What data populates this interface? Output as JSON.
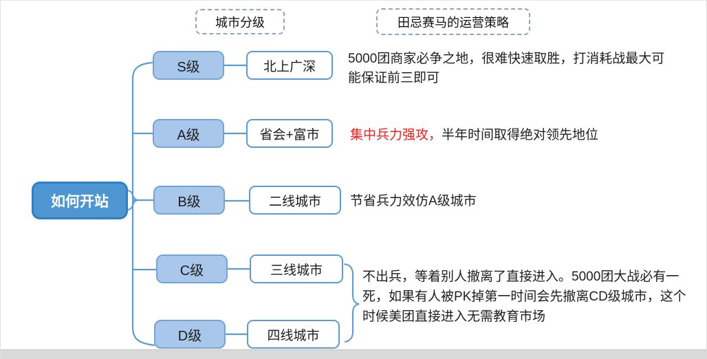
{
  "colors": {
    "line": "#5B9BD5",
    "tier_fill": "#A9C7EA",
    "tier_border": "#74A3D8",
    "city_fill": "#FFFFFF",
    "city_border": "#5B9BD5",
    "root_fill": "#4D96D2",
    "root_border": "#2E80C6",
    "root_text": "#FFFFFF",
    "dashed_border": "#8CA5C4",
    "text": "#1F1F1F",
    "red": "#FF1A1A",
    "bottom_bar": "#DADADA"
  },
  "headers": {
    "city_tiers": "城市分级",
    "strategy": "田忌赛马的运营策略"
  },
  "root": {
    "label": "如何开站"
  },
  "rows": [
    {
      "tier": "S级",
      "city": "北上广深"
    },
    {
      "tier": "A级",
      "city": "省会+富市"
    },
    {
      "tier": "B级",
      "city": "二线城市"
    },
    {
      "tier": "C级",
      "city": "三线城市"
    },
    {
      "tier": "D级",
      "city": "四线城市"
    }
  ],
  "notes": {
    "s": "5000团商家必争之地，很难快速取胜，打消耗战最大可能保证前三即可",
    "a_red": "集中兵力强攻，",
    "a_rest": "半年时间取得绝对领先地位",
    "b": "节省兵力效仿A级城市",
    "cd": "不出兵，等着别人撤离了直接进入。5000团大战必有一死，如果有人被PK掉第一时间会先撤离CD级城市，这个时候美团直接进入无需教育市场"
  }
}
